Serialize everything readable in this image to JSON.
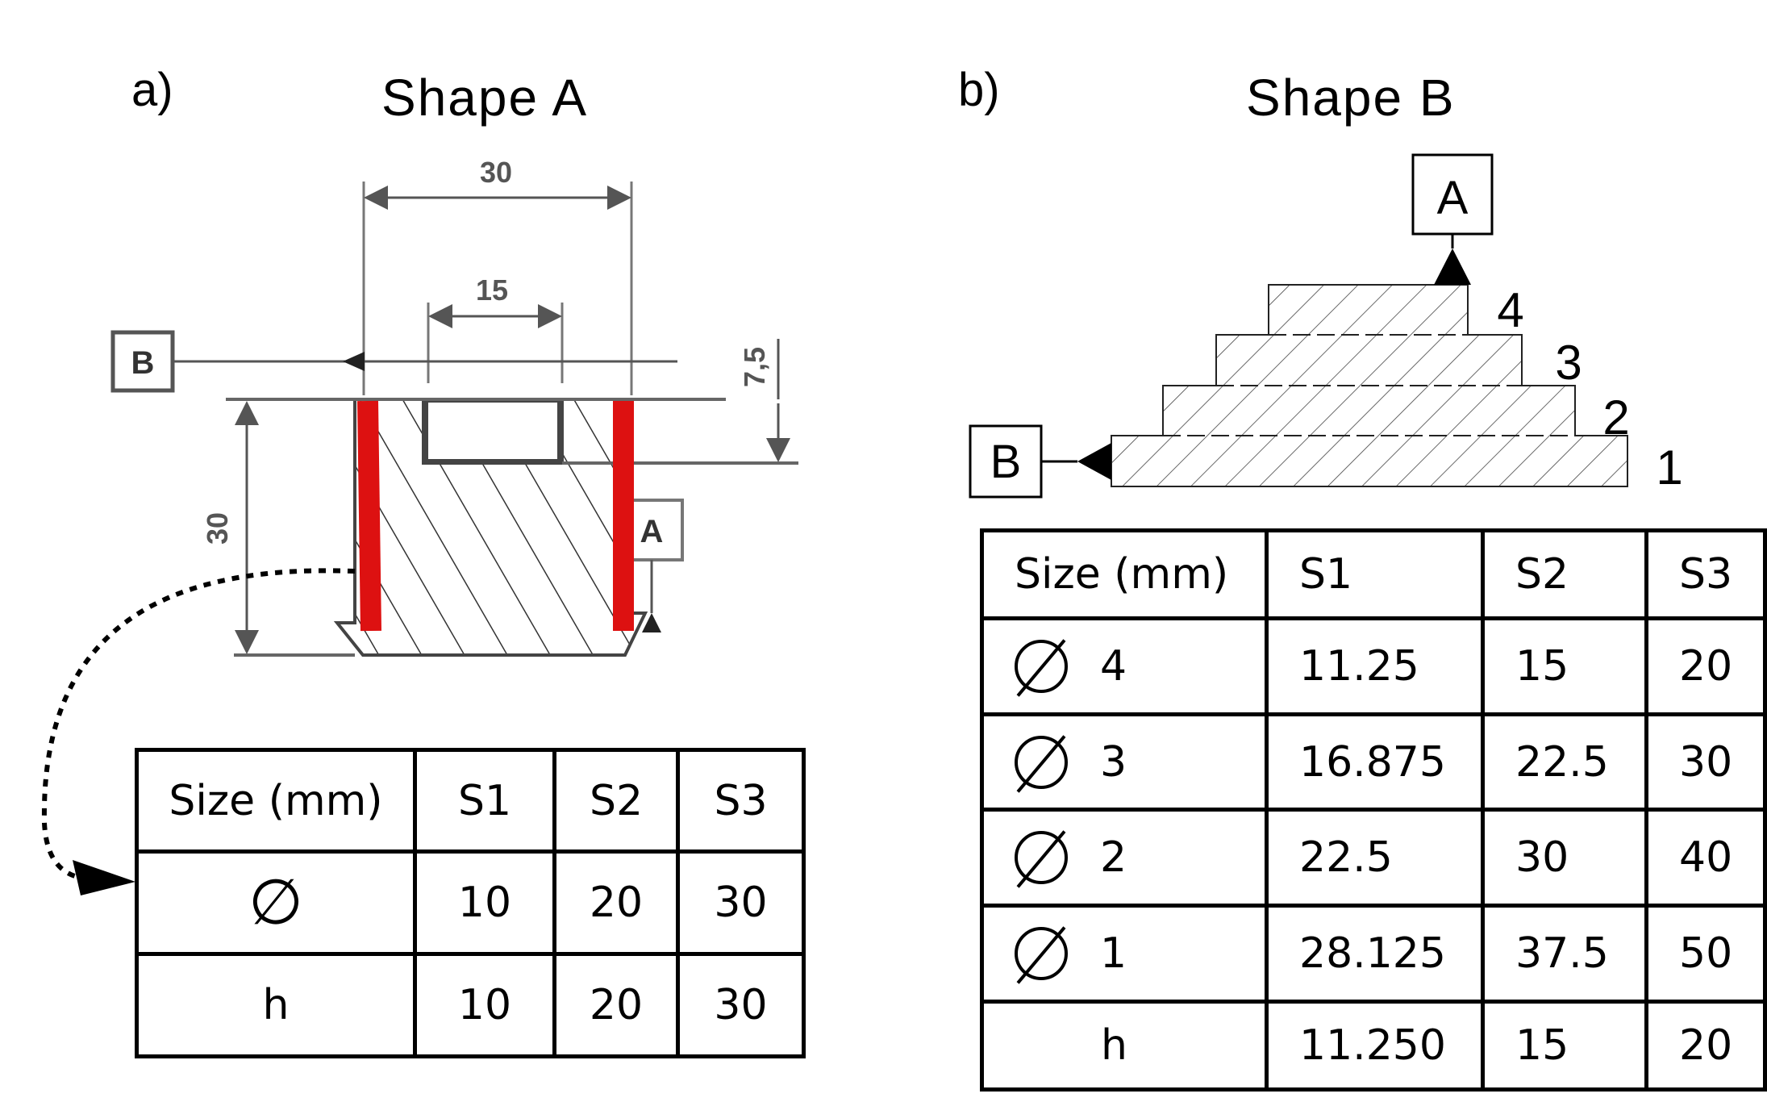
{
  "panel_a": {
    "label": "a)",
    "title": "Shape A",
    "dims": {
      "top_width": "30",
      "inner_width": "15",
      "height": "30",
      "depth": "7,5"
    },
    "datum_a": "A",
    "datum_b": "B",
    "red_color": "#dd1111",
    "table": {
      "headers": [
        "Size (mm)",
        "S1",
        "S2",
        "S3"
      ],
      "rows": [
        {
          "label": "∅",
          "values": [
            "10",
            "20",
            "30"
          ]
        },
        {
          "label": "h",
          "values": [
            "10",
            "20",
            "30"
          ]
        }
      ]
    }
  },
  "panel_b": {
    "label": "b)",
    "title": "Shape  B",
    "datum_a": "A",
    "datum_b": "B",
    "step_labels": [
      "4",
      "3",
      "2",
      "1"
    ],
    "table": {
      "headers": [
        "Size (mm)",
        "S1",
        "S2",
        "S3"
      ],
      "rows": [
        {
          "label": "4",
          "values": [
            "11.25",
            "15",
            "20"
          ]
        },
        {
          "label": "3",
          "values": [
            "16.875",
            "22.5",
            "30"
          ]
        },
        {
          "label": "2",
          "values": [
            "22.5",
            "30",
            "40"
          ]
        },
        {
          "label": "1",
          "values": [
            "28.125",
            "37.5",
            "50"
          ]
        },
        {
          "label": "h",
          "values": [
            "11.250",
            "15",
            "20"
          ]
        }
      ]
    }
  }
}
